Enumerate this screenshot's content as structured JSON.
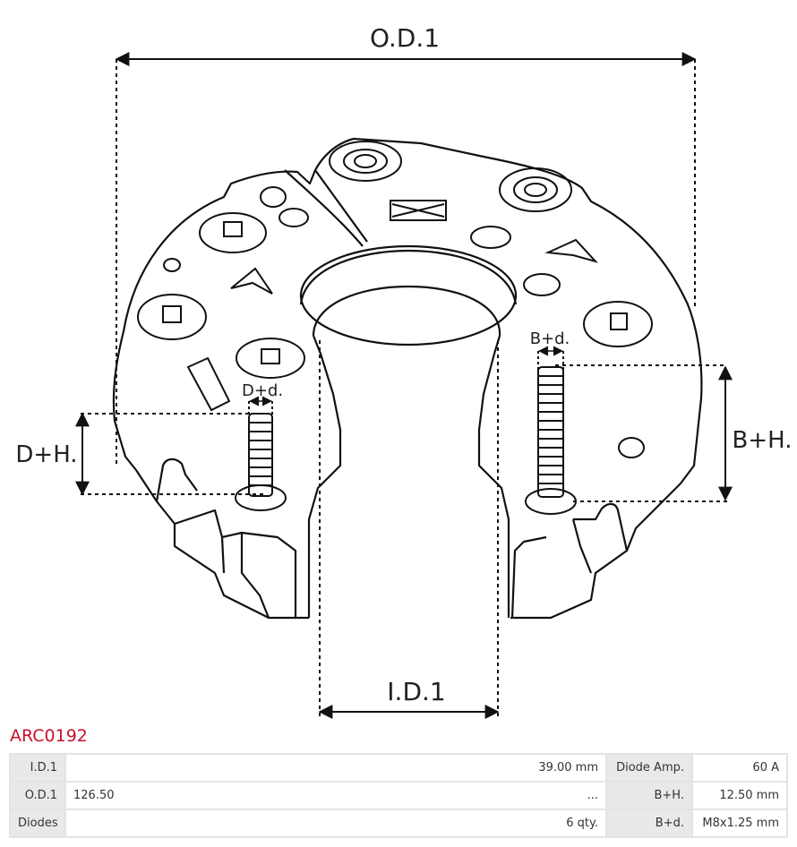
{
  "drawing": {
    "labels": {
      "od1": "O.D.1",
      "id1": "I.D.1",
      "dh": "D+H.",
      "dd": "D+d.",
      "bh": "B+H.",
      "bd": "B+d."
    }
  },
  "part_code": "ARC0192",
  "specs": {
    "row1": {
      "label_a": "I.D.1",
      "value_a": "39.00 mm",
      "label_b": "Diode Amp.",
      "value_b": "60 A"
    },
    "row2": {
      "label_a": "O.D.1",
      "value_a": "126.50",
      "value_a_extra": "...",
      "label_b": "B+H.",
      "value_b": "12.50 mm"
    },
    "row3": {
      "label_a": "Diodes",
      "value_a": "6 qty.",
      "label_b": "B+d.",
      "value_b": "M8x1.25 mm"
    }
  }
}
